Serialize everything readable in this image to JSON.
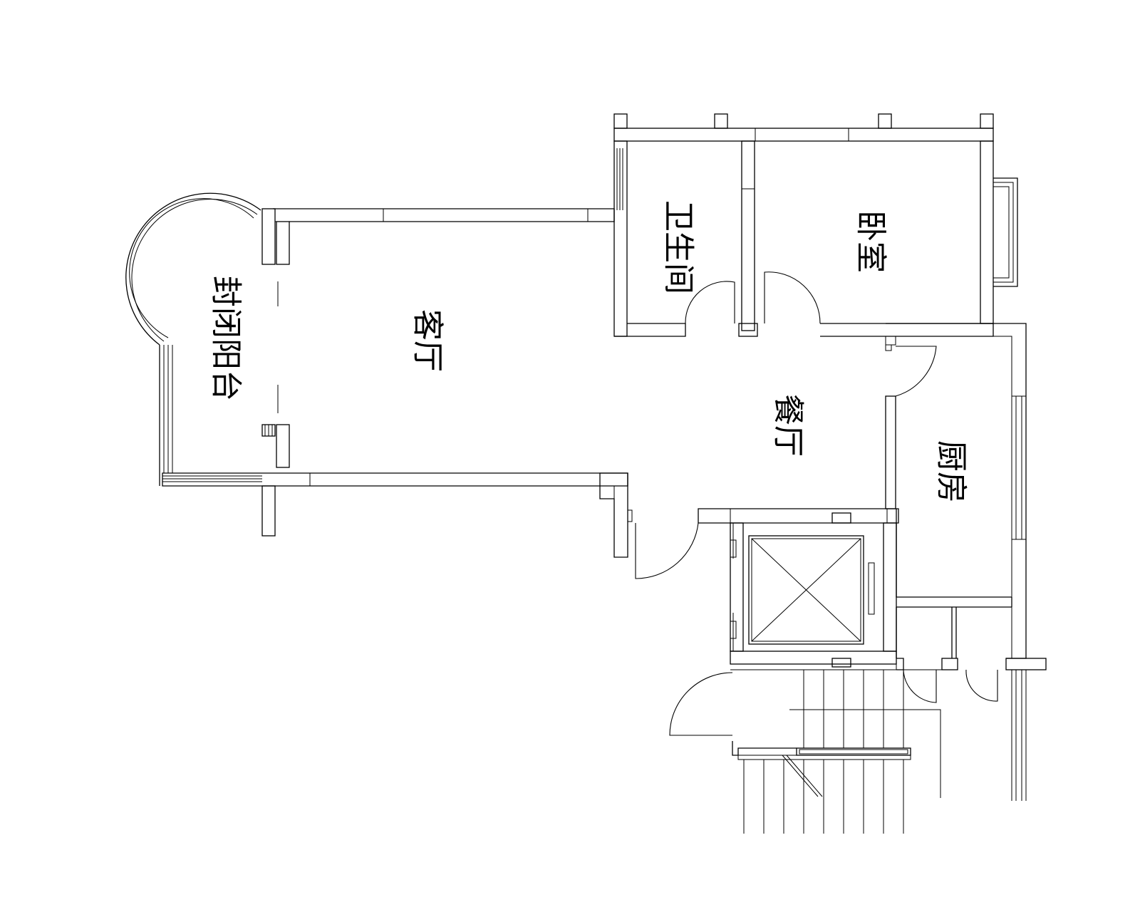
{
  "rooms": {
    "bathroom": "卫生间",
    "bedroom": "卧室",
    "balcony": "封闭阳台",
    "living": "客厅",
    "dining": "餐厅",
    "kitchen": "厨房"
  }
}
